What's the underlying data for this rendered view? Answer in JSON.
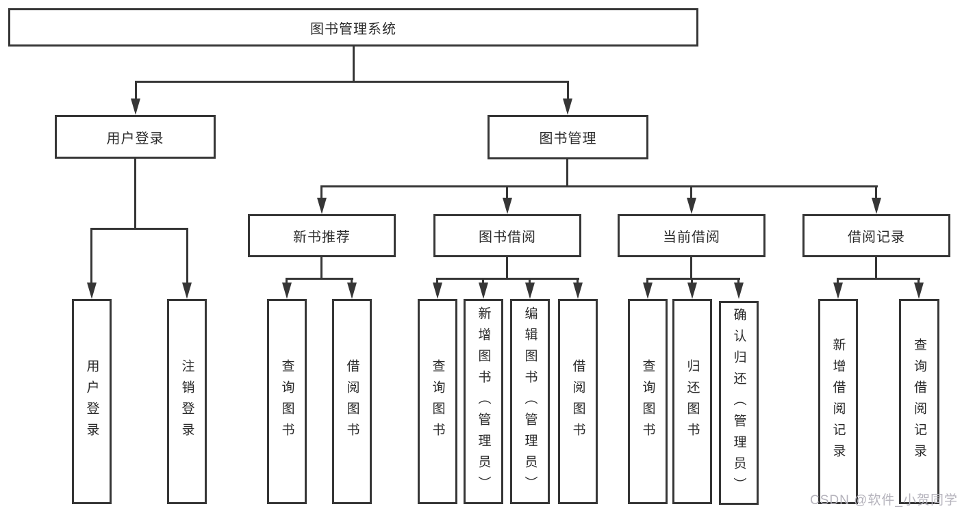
{
  "nodes": {
    "root": {
      "label": "图书管理系统"
    },
    "level2": [
      {
        "label": "用户登录",
        "parent": "图书管理系统"
      },
      {
        "label": "图书管理",
        "parent": "图书管理系统"
      }
    ],
    "level3": [
      {
        "label": "新书推荐",
        "parent": "图书管理"
      },
      {
        "label": "图书借阅",
        "parent": "图书管理"
      },
      {
        "label": "当前借阅",
        "parent": "图书管理"
      },
      {
        "label": "借阅记录",
        "parent": "图书管理"
      }
    ],
    "leaves": [
      {
        "label": "用户登录",
        "parent": "用户登录"
      },
      {
        "label": "注销登录",
        "parent": "用户登录"
      },
      {
        "label": "查询图书",
        "parent": "新书推荐"
      },
      {
        "label": "借阅图书",
        "parent": "新书推荐"
      },
      {
        "label": "查询图书",
        "parent": "图书借阅"
      },
      {
        "label": "新增图书（管理员）",
        "parent": "图书借阅"
      },
      {
        "label": "编辑图书（管理员）",
        "parent": "图书借阅"
      },
      {
        "label": "借阅图书",
        "parent": "图书借阅"
      },
      {
        "label": "查询图书",
        "parent": "当前借阅"
      },
      {
        "label": "归还图书",
        "parent": "当前借阅"
      },
      {
        "label": "确认归还（管理员）",
        "parent": "当前借阅"
      },
      {
        "label": "新增借阅记录",
        "parent": "借阅记录"
      },
      {
        "label": "查询借阅记录",
        "parent": "借阅记录"
      }
    ]
  },
  "watermark": {
    "text": "CSDN @软件_小贺同学"
  },
  "colors": {
    "line": "#363636",
    "text": "#2b2b2b",
    "watermark": "#b5b3bc",
    "background": "#ffffff"
  }
}
